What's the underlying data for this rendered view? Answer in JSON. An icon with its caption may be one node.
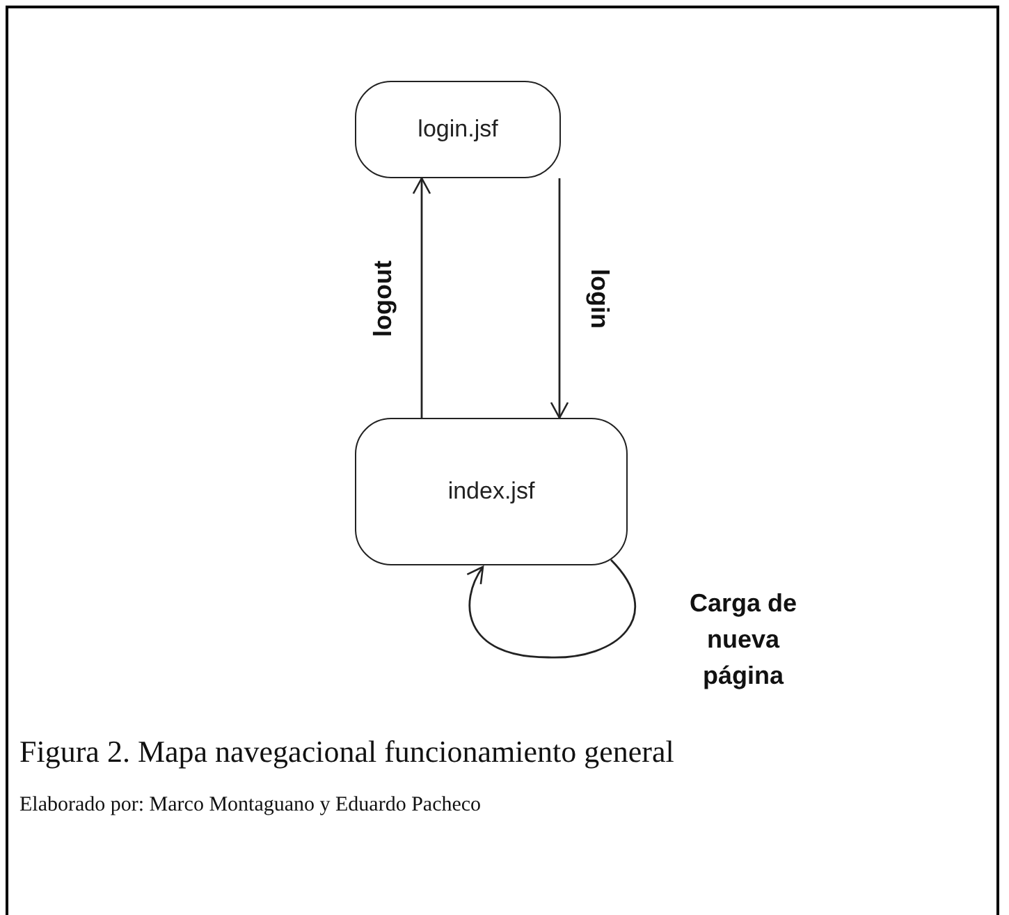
{
  "diagram": {
    "caption": "Figura 2. Mapa navegacional funcionamiento general",
    "nodes": [
      {
        "text": [
          "login.jsf"
        ]
      },
      {
        "text": [
          "index.jsf"
        ]
      }
    ],
    "edges": [
      {
        "from": 1,
        "to": 0,
        "arrow": "to",
        "label": "logout"
      },
      {
        "from": 0,
        "to": 1,
        "arrow": "to",
        "label": "login"
      },
      {
        "from": 1,
        "to": 1,
        "arrow": "to",
        "label": "Carga de nueva página"
      }
    ],
    "labels": [
      "Elaborado por: Marco Montaguano y Eduardo Pacheco"
    ]
  }
}
